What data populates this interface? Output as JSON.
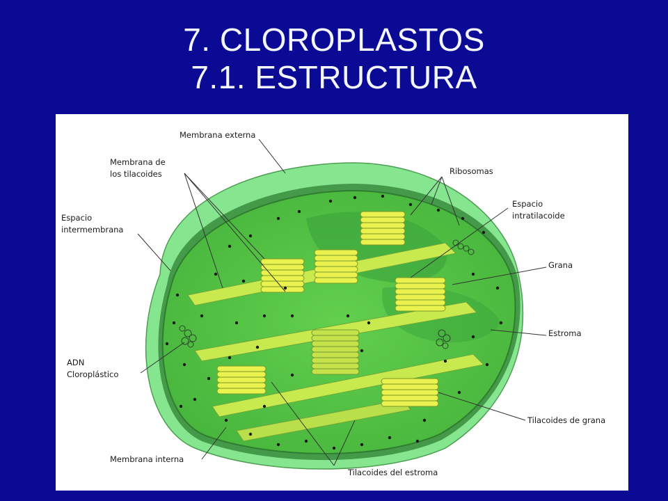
{
  "slide": {
    "title_line1": "7. CLOROPLASTOS",
    "title_line2": "7.1. ESTRUCTURA"
  },
  "diagram": {
    "labels": {
      "membrana_externa": "Membrana externa",
      "membrana_tilacoides_1": "Membrana de",
      "membrana_tilacoides_2": "los tilacoides",
      "ribosomas": "Ribosomas",
      "espacio_intermembrana_1": "Espacio",
      "espacio_intermembrana_2": "intermembrana",
      "espacio_intratilacoide_1": "Espacio",
      "espacio_intratilacoide_2": "intratilacoide",
      "grana": "Grana",
      "estroma": "Estroma",
      "adn_1": "ADN",
      "adn_2": "Cloroplástico",
      "tilacoides_grana": "Tilacoides de grana",
      "membrana_interna": "Membrana interna",
      "tilacoides_estroma": "Tilacoides del estroma"
    },
    "colors": {
      "background": "#0a0a94",
      "outer_membrane": "#7fe08a",
      "stroma": "#58c84a",
      "thylakoid_lumen": "#39b54a",
      "granum": "#e8f04a",
      "thylakoid_lamella": "#c6e84a"
    }
  }
}
